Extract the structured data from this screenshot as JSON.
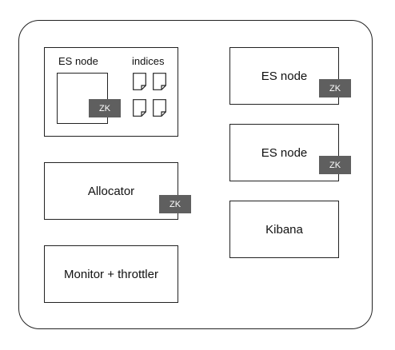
{
  "es_node_main": {
    "label": "ES node",
    "indices_label": "indices",
    "zk_label": "ZK"
  },
  "allocator": {
    "label": "Allocator",
    "zk_label": "ZK"
  },
  "monitor": {
    "label": "Monitor + throttler"
  },
  "es_node_right_1": {
    "label": "ES node",
    "zk_label": "ZK"
  },
  "es_node_right_2": {
    "label": "ES node",
    "zk_label": "ZK"
  },
  "kibana": {
    "label": "Kibana"
  },
  "colors": {
    "zk_fill": "#5f5f5f",
    "border": "#222222"
  },
  "icons": [
    "document-icon",
    "document-icon",
    "document-icon",
    "document-icon"
  ]
}
